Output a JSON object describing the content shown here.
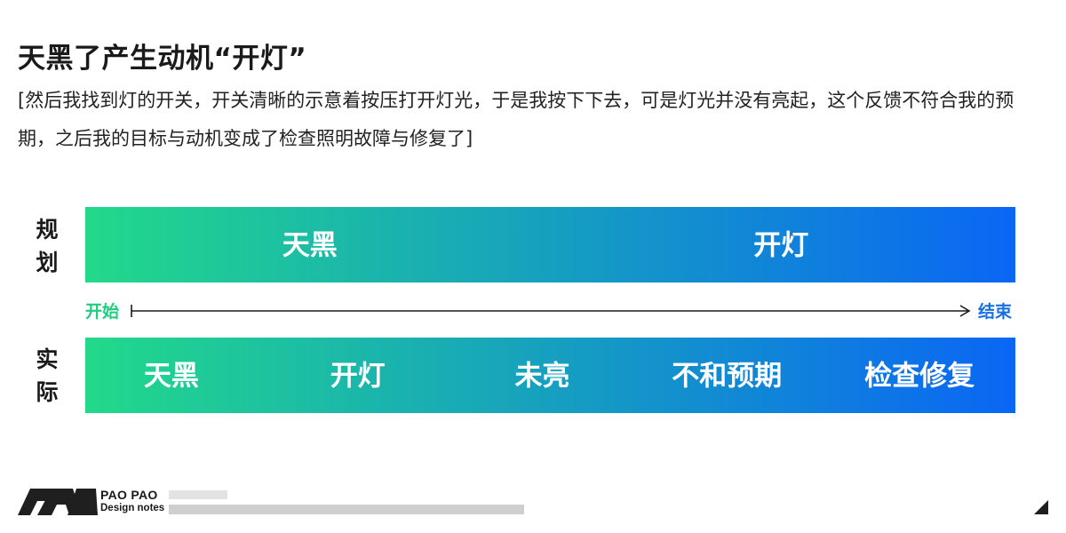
{
  "title": "天黑了产生动机“开灯”",
  "description": "[然后我找到灯的开关，开关清晰的示意着按压打开灯光，于是我按下下去，可是灯光并没有亮起，这个反馈不符合我的预期，之后我的目标与动机变成了检查照明故障与修复了]",
  "plan": {
    "label_1": "规",
    "label_2": "划",
    "steps": [
      "天黑",
      "开灯"
    ]
  },
  "timeline": {
    "start": "开始",
    "end": "结束"
  },
  "actual": {
    "label_1": "实",
    "label_2": "际",
    "steps": [
      "天黑",
      "开灯",
      "未亮",
      "不和预期",
      "检查修复"
    ]
  },
  "footer": {
    "brand_line1": "PAO PAO",
    "brand_line2": "Design notes"
  },
  "colors": {
    "gradient_start": "#22d98a",
    "gradient_end": "#0a66f5",
    "start_label": "#1ccf7e",
    "end_label": "#1a6fe0",
    "arrow": "#1a1a1a"
  }
}
